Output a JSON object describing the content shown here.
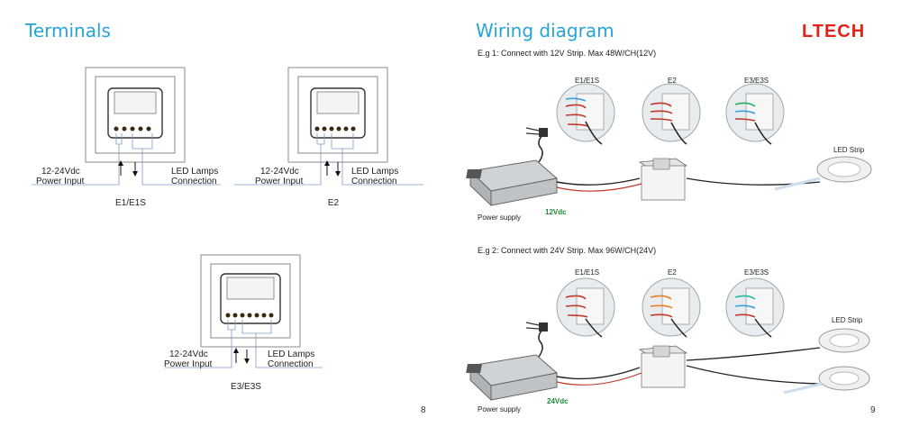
{
  "left_page": {
    "title": "Terminals",
    "page_number": "8",
    "diagrams": [
      {
        "input_label_1": "12-24Vdc",
        "input_label_2": "Power Input",
        "output_label_1": "LED Lamps",
        "output_label_2": "Connection",
        "caption": "E1/E1S"
      },
      {
        "input_label_1": "12-24Vdc",
        "input_label_2": "Power Input",
        "output_label_1": "LED Lamps",
        "output_label_2": "Connection",
        "caption": "E2"
      },
      {
        "input_label_1": "12-24Vdc",
        "input_label_2": "Power Input",
        "output_label_1": "LED Lamps",
        "output_label_2": "Connection",
        "caption": "E3/E3S"
      }
    ]
  },
  "right_page": {
    "title": "Wiring diagram",
    "logo": "LTECH",
    "page_number": "9",
    "examples": [
      {
        "heading": "E.g 1: Connect with 12V Strip. Max 48W/CH(12V)",
        "insets": [
          "E1/E1S",
          "E2",
          "E3/E3S"
        ],
        "strip_label": "LED Strip",
        "supply_label": "Power supply",
        "voltage": "12Vdc"
      },
      {
        "heading": "E.g 2: Connect with 24V Strip. Max 96W/CH(24V)",
        "insets": [
          "E1/E1S",
          "E2",
          "E3/E3S"
        ],
        "strip_label": "LED Strip",
        "supply_label": "Power supply",
        "voltage": "24Vdc"
      }
    ]
  },
  "colors": {
    "title": "#27a3d6",
    "logo": "#e2231a",
    "voltage": "#1d8a3a",
    "frame_line": "#999999",
    "wire_line": "#7a9cc6"
  }
}
